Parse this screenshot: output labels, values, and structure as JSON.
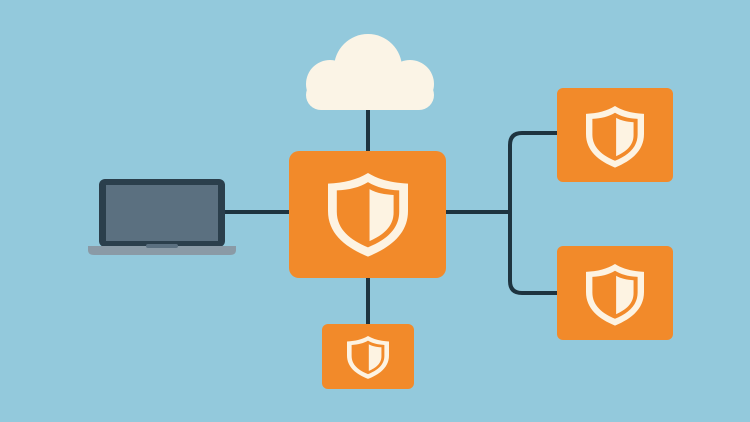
{
  "colors": {
    "background": "#93c9dc",
    "node": "#f28a2a",
    "connector": "#1e3440",
    "shield": "#fdf3e2",
    "cloud": "#fbf4e6",
    "laptop_frame": "#2b3f4c",
    "laptop_screen": "#5b7080",
    "laptop_base": "#8a9aa6"
  },
  "nodes": [
    {
      "id": "cloud",
      "icon": "cloud-icon"
    },
    {
      "id": "laptop",
      "icon": "laptop-icon"
    },
    {
      "id": "central-firewall",
      "icon": "shield-icon"
    },
    {
      "id": "branch-top-right",
      "icon": "shield-icon"
    },
    {
      "id": "branch-bottom-right",
      "icon": "shield-icon"
    },
    {
      "id": "branch-bottom",
      "icon": "shield-icon"
    }
  ]
}
